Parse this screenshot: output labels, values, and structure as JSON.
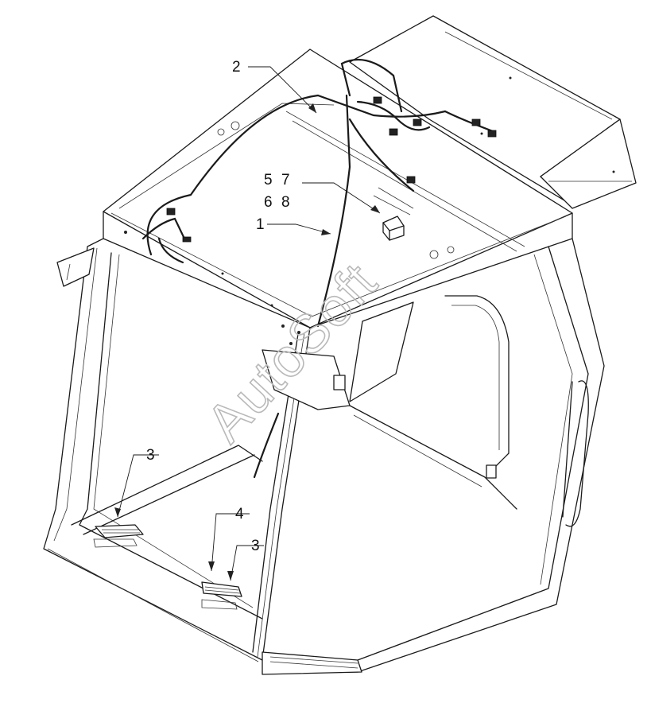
{
  "callouts": [
    {
      "id": "c2",
      "label": "2"
    },
    {
      "id": "c5",
      "label": "5"
    },
    {
      "id": "c7",
      "label": "7"
    },
    {
      "id": "c6",
      "label": "6"
    },
    {
      "id": "c8",
      "label": "8"
    },
    {
      "id": "c1",
      "label": "1"
    },
    {
      "id": "c3a",
      "label": "3"
    },
    {
      "id": "c4",
      "label": "4"
    },
    {
      "id": "c3b",
      "label": "3"
    }
  ],
  "watermark": "AutoSoft",
  "colors": {
    "line": "#1a1a1a",
    "watermark": "#b9b9b9",
    "background": "#ffffff"
  }
}
